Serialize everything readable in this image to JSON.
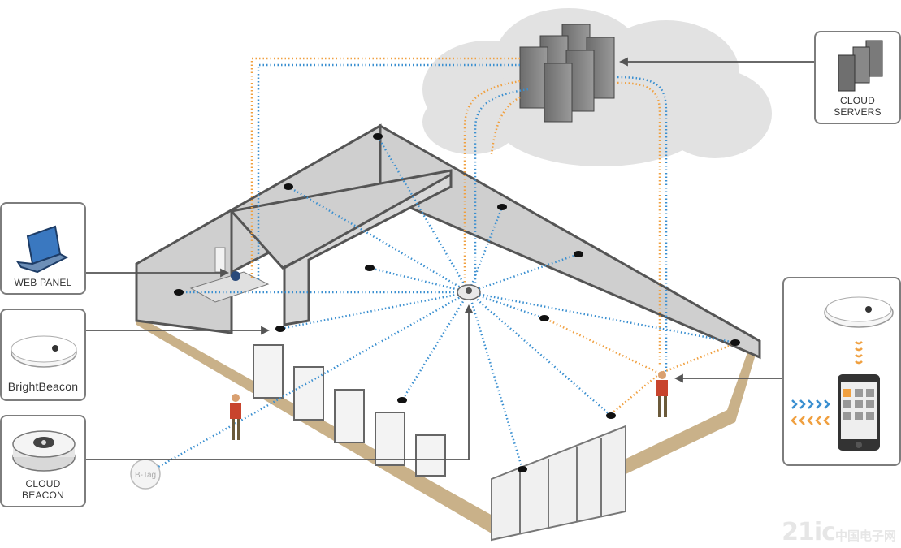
{
  "callouts": {
    "web_panel": "WEB PANEL",
    "bright_beacon": "BrightBeacon",
    "cloud_beacon_line1": "CLOUD",
    "cloud_beacon_line2": "BEACON",
    "cloud_servers_line1": "CLOUD",
    "cloud_servers_line2": "SERVERS"
  },
  "tag_label": "B-Tag",
  "watermark": {
    "main": "21ic",
    "cn": "中国电子网"
  },
  "colors": {
    "wifi_blue": "#3a8fd0",
    "orange": "#f0a040",
    "wall": "#cfcfcf",
    "ground": "#c9b189"
  }
}
